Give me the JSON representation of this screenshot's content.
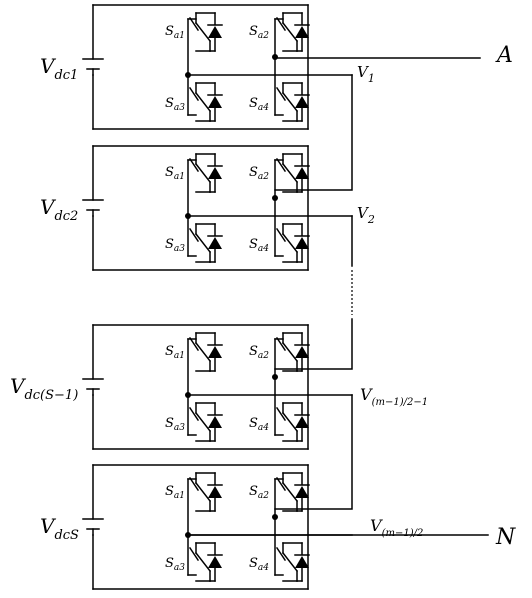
{
  "colors": {
    "line": "#000000",
    "background": "#ffffff"
  },
  "sources": [
    {
      "main": "V",
      "sub": "dc1"
    },
    {
      "main": "V",
      "sub": "dc2"
    },
    {
      "main": "V",
      "sub": "dc(S−1)"
    },
    {
      "main": "V",
      "sub": "dcS"
    }
  ],
  "switches": [
    {
      "main": "S",
      "sub": "a1"
    },
    {
      "main": "S",
      "sub": "a2"
    },
    {
      "main": "S",
      "sub": "a3"
    },
    {
      "main": "S",
      "sub": "a4"
    }
  ],
  "nodes": [
    {
      "main": "V",
      "sub": "1"
    },
    {
      "main": "V",
      "sub": "2"
    },
    {
      "main": "V",
      "sub": "(m−1)/2−1"
    },
    {
      "main": "V",
      "sub": "(m−1)/2"
    }
  ],
  "terminals": {
    "top": "A",
    "bottom": "N"
  }
}
